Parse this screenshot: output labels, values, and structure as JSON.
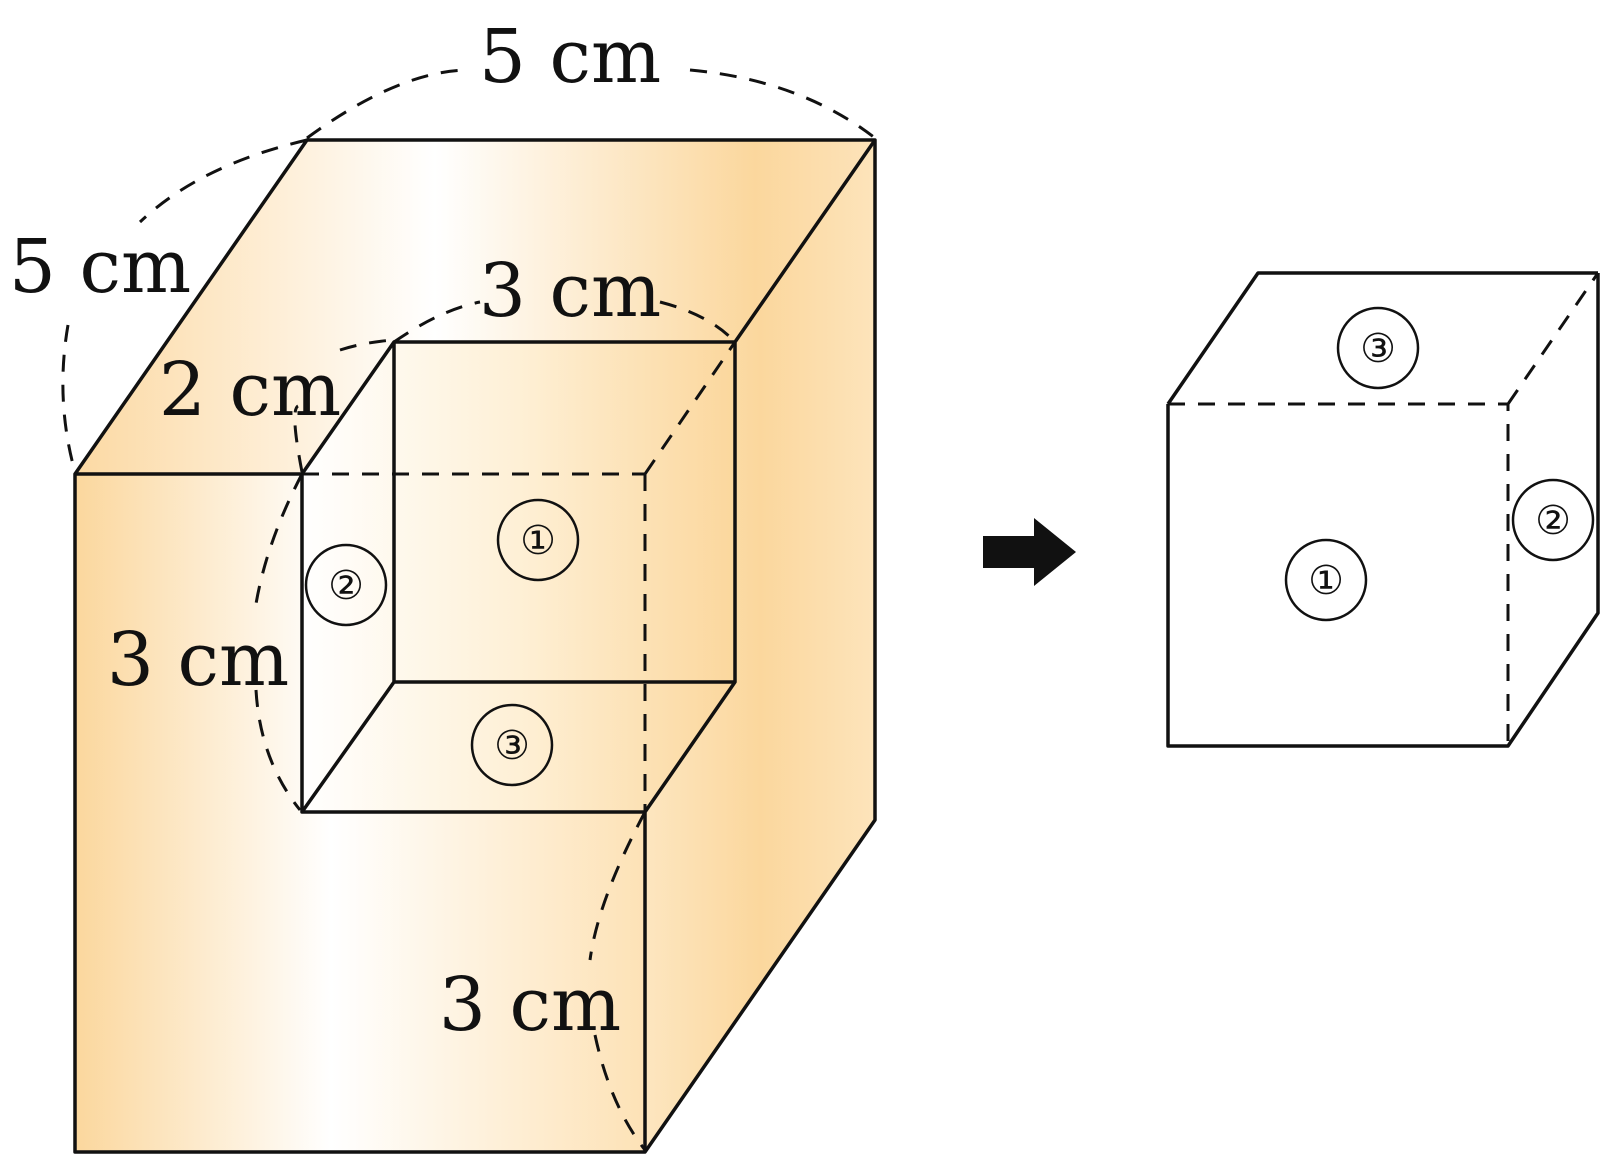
{
  "colors": {
    "solid_fill_light": "#ffffff",
    "solid_fill_dark": "#fbd79d",
    "line": "#111111"
  },
  "left_figure": {
    "label_width": "5 cm",
    "label_depth": "5 cm",
    "label_hole_width": "3 cm",
    "label_hole_depth": "2 cm",
    "label_hole_height": "3 cm",
    "label_height": "3 cm",
    "face_back": "①",
    "face_side": "②",
    "face_bottom": "③"
  },
  "arrow_icon": "right-arrow-icon",
  "right_figure": {
    "face_top": "③",
    "face_front": "①",
    "face_side": "②"
  }
}
